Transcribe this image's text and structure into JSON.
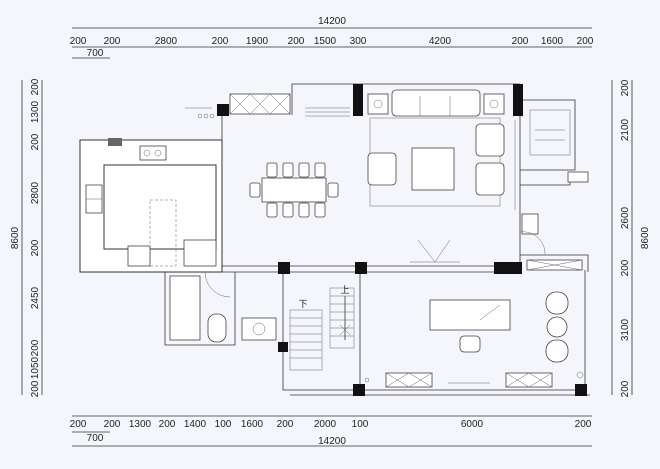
{
  "dimensions": {
    "top_total": "14200",
    "top_row": [
      "200",
      "200",
      "2800",
      "200",
      "1900",
      "200",
      "1500",
      "300",
      "4200",
      "200",
      "1600",
      "200"
    ],
    "top_sub": "700",
    "bottom_total": "14200",
    "bottom_row": [
      "200",
      "200",
      "1300",
      "200",
      "1400",
      "100",
      "1600",
      "200",
      "2000",
      "100",
      "6000",
      "200"
    ],
    "bottom_sub": "700",
    "left_total": "8600",
    "left_col": [
      "200",
      "1300",
      "200",
      "2800",
      "200",
      "2450",
      "200",
      "1050",
      "200"
    ],
    "right_total": "8600",
    "right_col": [
      "200",
      "2100",
      "2600",
      "200",
      "3100",
      "200"
    ]
  },
  "stair_labels": {
    "down": "下",
    "up": "上"
  }
}
